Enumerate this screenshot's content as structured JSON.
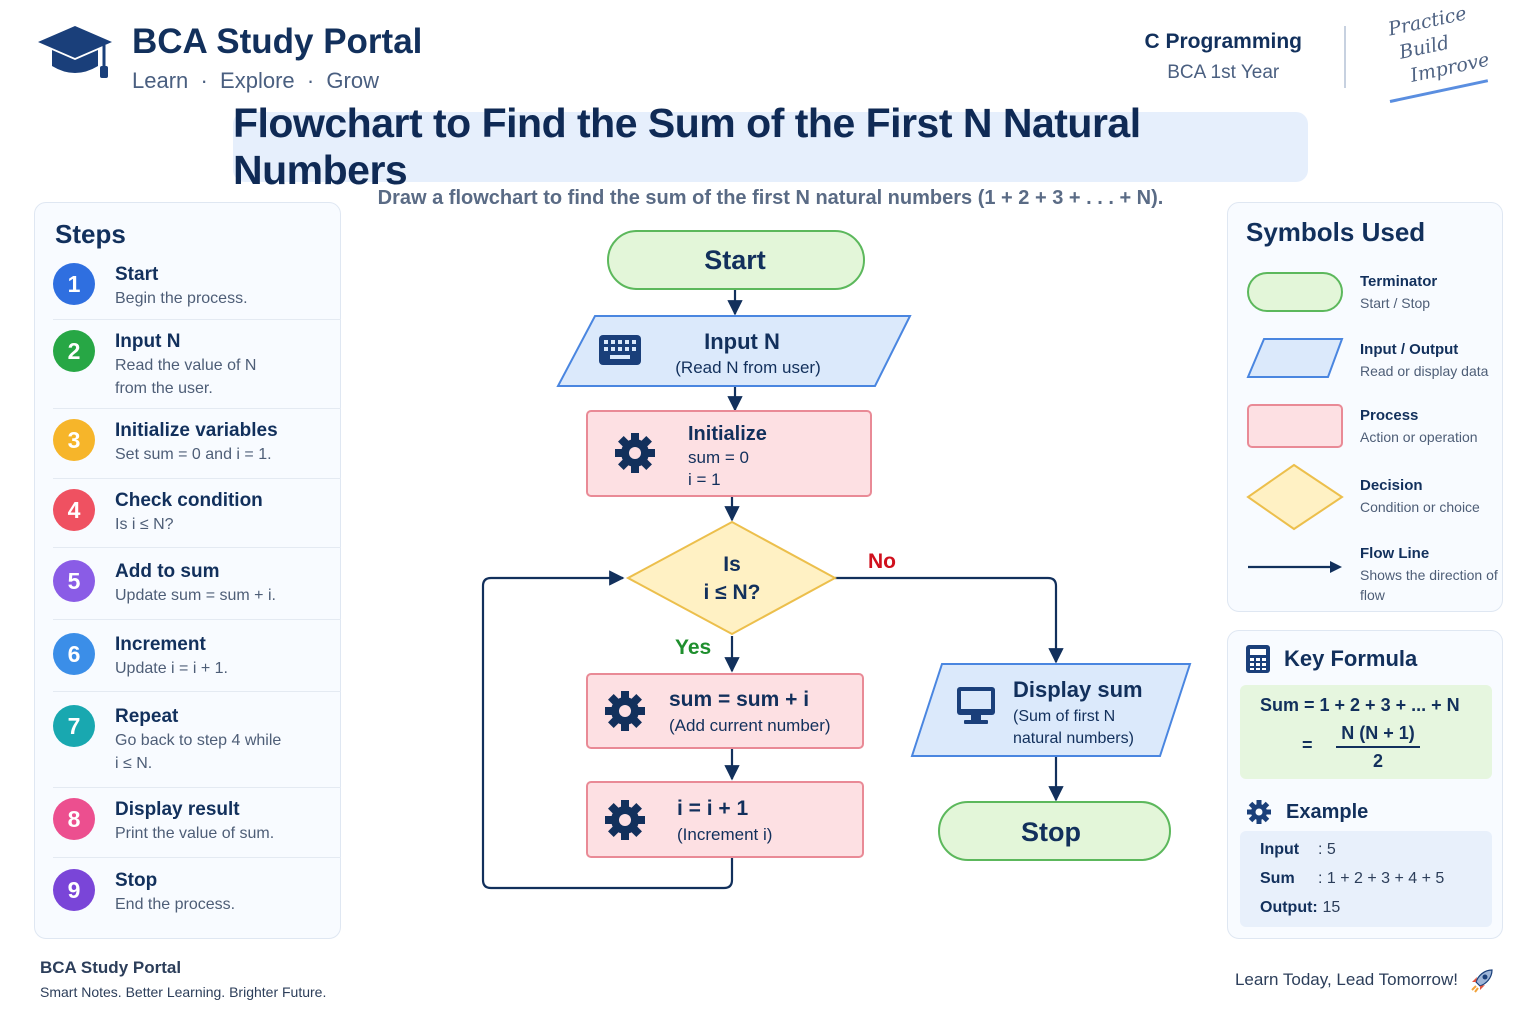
{
  "header": {
    "brand_title": "BCA Study Portal",
    "brand_tag": "Learn  ·  Explore  ·  Grow",
    "course_title": "C Programming",
    "course_sub": "BCA 1st Year",
    "motto": [
      "Practice",
      "Build",
      "Improve"
    ]
  },
  "title": "Flowchart to Find the Sum of the First N Natural Numbers",
  "subtitle": "Draw a flowchart to find the sum of the first N natural numbers (1 + 2 + 3 + . . . + N).",
  "steps": {
    "title": "Steps",
    "items": [
      {
        "num": "1",
        "title": "Start",
        "desc": "Begin the process.",
        "color": "#2f6fe0"
      },
      {
        "num": "2",
        "title": "Input N",
        "desc": "Read the value of N from the user.",
        "color": "#27a745"
      },
      {
        "num": "3",
        "title": "Initialize variables",
        "desc": "Set sum = 0 and i = 1.",
        "color": "#f6b52a"
      },
      {
        "num": "4",
        "title": "Check condition",
        "desc": "Is i ≤ N?",
        "color": "#ef5161"
      },
      {
        "num": "5",
        "title": "Add to sum",
        "desc": "Update sum = sum + i.",
        "color": "#8a5ce6"
      },
      {
        "num": "6",
        "title": "Increment",
        "desc": "Update i = i + 1.",
        "color": "#3b8ee8"
      },
      {
        "num": "7",
        "title": "Repeat",
        "desc": "Go back to step 4 while i ≤ N.",
        "color": "#19a8b0"
      },
      {
        "num": "8",
        "title": "Display result",
        "desc": "Print the value of sum.",
        "color": "#ec4f8f"
      },
      {
        "num": "9",
        "title": "Stop",
        "desc": "End the process.",
        "color": "#7a45d8"
      }
    ]
  },
  "flow": {
    "start": "Start",
    "input_title": "Input N",
    "input_sub": "(Read N from user)",
    "init_title": "Initialize",
    "init_l1": "sum = 0",
    "init_l2": "i = 1",
    "decision_l1": "Is",
    "decision_l2": "i ≤ N?",
    "yes": "Yes",
    "no": "No",
    "add_title": "sum = sum + i",
    "add_sub": "(Add current number)",
    "inc_title": "i = i + 1",
    "inc_sub": "(Increment i)",
    "display_title": "Display sum",
    "display_l1": "(Sum of first N",
    "display_l2": "natural numbers)",
    "stop": "Stop",
    "colors": {
      "terminator_fill": "#e3f6d9",
      "terminator_stroke": "#5cb85c",
      "io_fill": "#dbe9fb",
      "io_stroke": "#4a86e0",
      "process_fill": "#fde0e3",
      "process_stroke": "#e98a96",
      "decision_fill": "#fff1c4",
      "decision_stroke": "#ecbf4c",
      "line": "#12305c",
      "yes": "#1f8f2e",
      "no": "#d0101d"
    }
  },
  "symbols": {
    "title": "Symbols Used",
    "items": [
      {
        "title": "Terminator",
        "desc": "Start / Stop",
        "icon": "terminator-shape"
      },
      {
        "title": "Input / Output",
        "desc": "Read or display data",
        "icon": "parallelogram-shape"
      },
      {
        "title": "Process",
        "desc": "Action or operation",
        "icon": "rectangle-shape"
      },
      {
        "title": "Decision",
        "desc": "Condition or choice",
        "icon": "diamond-shape"
      },
      {
        "title": "Flow Line",
        "desc": "Shows the direction of flow",
        "icon": "arrow-shape"
      }
    ]
  },
  "formula": {
    "title": "Key Formula",
    "line1": "Sum = 1 + 2 + 3 + ... + N",
    "eq": "=",
    "numerator": "N (N + 1)",
    "denominator": "2",
    "example_title": "Example",
    "input_label": "Input",
    "input_value": ":  5",
    "sum_label": "Sum",
    "sum_value": ":  1 + 2 + 3 + 4 + 5",
    "output_label": "Output:",
    "output_value": " 15"
  },
  "footer": {
    "brand": "BCA Study Portal",
    "tag": "Smart Notes. Better Learning. Brighter Future.",
    "slogan": "Learn Today, Lead Tomorrow!"
  }
}
